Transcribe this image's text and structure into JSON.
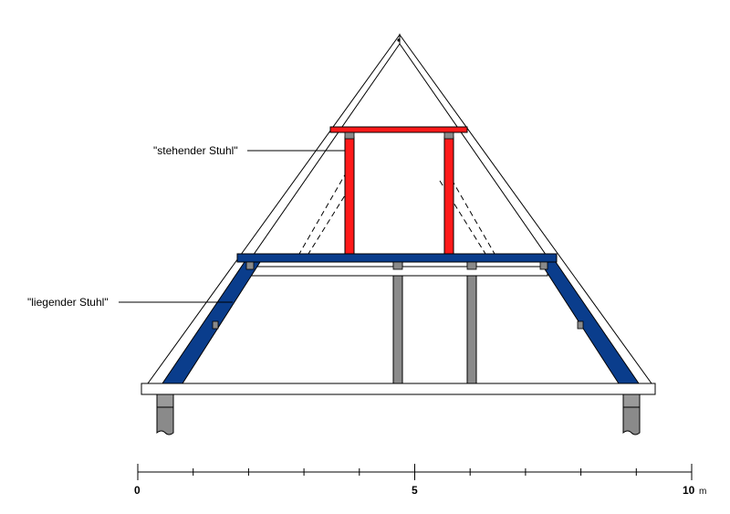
{
  "labels": {
    "stehender_stuhl": "\"stehender Stuhl\"",
    "liegender_stuhl": "\"liegender Stuhl\""
  },
  "scale": {
    "start": "0",
    "mid": "5",
    "end": "10",
    "unit": "m",
    "ticks": 10
  },
  "colors": {
    "stehender": "#ff1a1a",
    "liegender": "#0a3d8c",
    "post": "#8a8a8a",
    "outline": "#000000",
    "background": "#ffffff"
  }
}
